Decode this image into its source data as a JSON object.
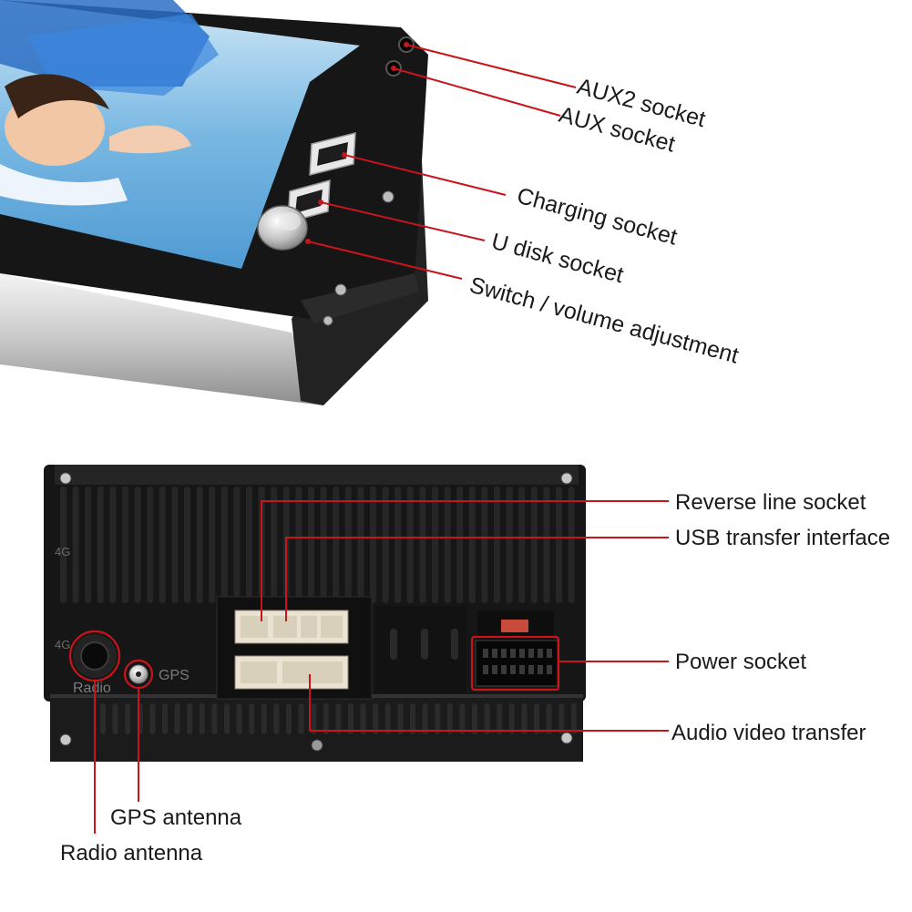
{
  "front_panel": {
    "callouts": [
      {
        "id": "aux2",
        "label": "AUX2 socket"
      },
      {
        "id": "aux",
        "label": "AUX socket"
      },
      {
        "id": "charging",
        "label": "Charging socket"
      },
      {
        "id": "udisk",
        "label": "U disk socket"
      },
      {
        "id": "switch",
        "label": "Switch / volume adjustment"
      }
    ]
  },
  "rear_panel": {
    "silkscreen": {
      "port_a": "4G",
      "port_b": "4G",
      "radio": "Radio",
      "gps": "GPS"
    },
    "callouts": [
      {
        "id": "reverse",
        "label": "Reverse line socket"
      },
      {
        "id": "usb_transfer",
        "label": "USB transfer interface"
      },
      {
        "id": "power",
        "label": "Power socket"
      },
      {
        "id": "av_transfer",
        "label": "Audio video transfer"
      },
      {
        "id": "gps_antenna",
        "label": "GPS antenna"
      },
      {
        "id": "radio_antenna",
        "label": "Radio antenna"
      }
    ]
  },
  "colors": {
    "callout_line": "#c8141b",
    "label_text": "#1a1a1a",
    "housing": "#161616"
  }
}
